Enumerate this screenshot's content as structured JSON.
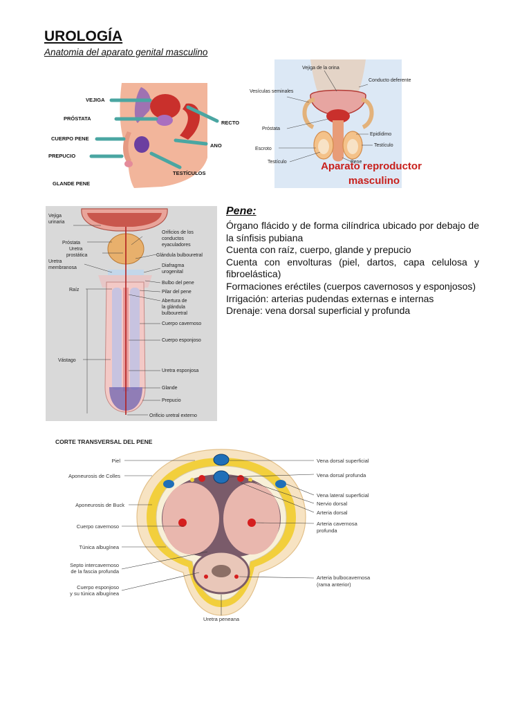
{
  "document": {
    "title": "UROLOGÍA",
    "subtitle": "Anatomia del aparato genital masculino"
  },
  "figure1": {
    "labels": [
      "VEJIGA",
      "PRÓSTATA",
      "CUERPO PENE",
      "PREPUCIO",
      "GLANDE PENE",
      "RECTO",
      "ANO",
      "TESTÍCULOS"
    ],
    "colors": {
      "arrow": "#4aa6a2",
      "skin": "#f2b59b",
      "bladder": "#c9302c",
      "testis": "#6b3fa0"
    }
  },
  "figure2": {
    "labels": [
      "Vejiga de la orina",
      "Conducto deferente",
      "Vesículas seminales",
      "Próstata",
      "Epidídimo",
      "Escroto",
      "Testículo",
      "Testículo",
      "Pene"
    ],
    "caption_line1": "Aparato reproductor",
    "caption_line2": "masculino",
    "colors": {
      "caption": "#c8201c",
      "background": "#dce8f5"
    }
  },
  "figure3": {
    "labels_left": [
      "Vejiga urinaria",
      "Próstata",
      "Uretra prostática",
      "Uretra membranosa",
      "Raíz",
      "Vástago"
    ],
    "labels_right": [
      "Orificios de los conductos eyaculadores",
      "Glándula bulbouretral",
      "Diafragma urogenital",
      "Bulbo del pene",
      "Pilar del pene",
      "Abertura de la glándula bulbouretral",
      "Cuerpo cavernoso",
      "Cuerpo esponjoso",
      "Uretra esponjosa",
      "Glande",
      "Prepucio",
      "Orificio uretral externo"
    ]
  },
  "pene": {
    "heading": "Pene:",
    "lines": [
      "Órgano flácido y de forma cilíndrica ubicado por debajo de la sínfisis pubiana",
      "Cuenta con raíz, cuerpo, glande y prepucio",
      "Cuenta con envolturas (piel, dartos, capa celulosa y fibroelástica)",
      "Formaciones eréctiles (cuerpos cavernosos y esponjosos)",
      "Irrigación: arterias pudendas externas e internas",
      "Drenaje: vena dorsal superficial y profunda"
    ]
  },
  "figure4": {
    "heading": "CORTE TRANSVERSAL DEL PENE",
    "labels_left": [
      "Piel",
      "Aponeurosis de Colles",
      "Aponeurosis de Buck",
      "Cuerpo cavernoso",
      "Túnica albugínea",
      "Septo intercavernoso",
      "de la fascia profunda",
      "Cuerpo esponjoso",
      "y su túnica albugínea"
    ],
    "labels_right": [
      "Vena dorsal superficial",
      "Vena dorsal profunda",
      "Vena lateral superficial",
      "Nervio dorsal",
      "Arteria dorsal",
      "Arteria cavernosa",
      "profunda",
      "Arteria bulbocavernosa",
      "(rama anterior)"
    ],
    "label_bottom": "Uretra peneana"
  }
}
